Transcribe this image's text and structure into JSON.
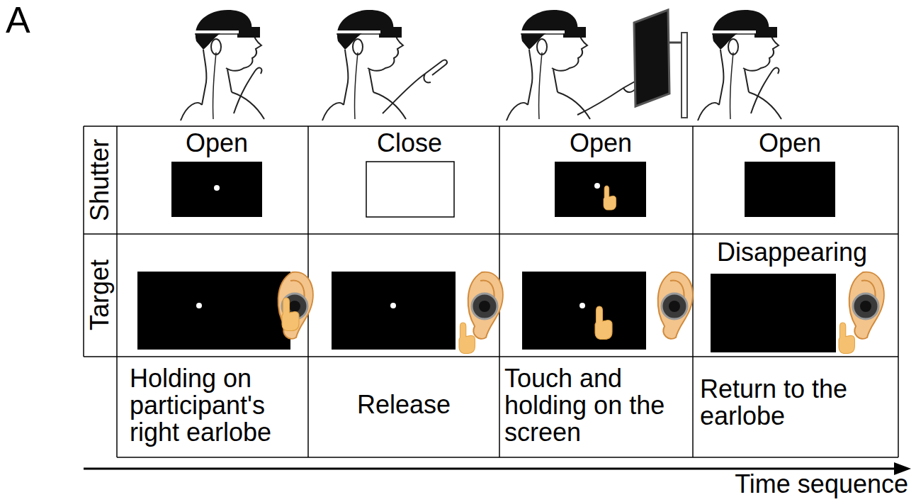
{
  "diagram": {
    "labels": [
      "A",
      "Shutter",
      "Target",
      "Open",
      "Close",
      "Open",
      "Open",
      "Disappearing",
      "Holding on participant's right earlobe",
      "Release",
      "Touch and holding on the screen",
      "Return to the earlobe",
      "Time sequence"
    ]
  }
}
